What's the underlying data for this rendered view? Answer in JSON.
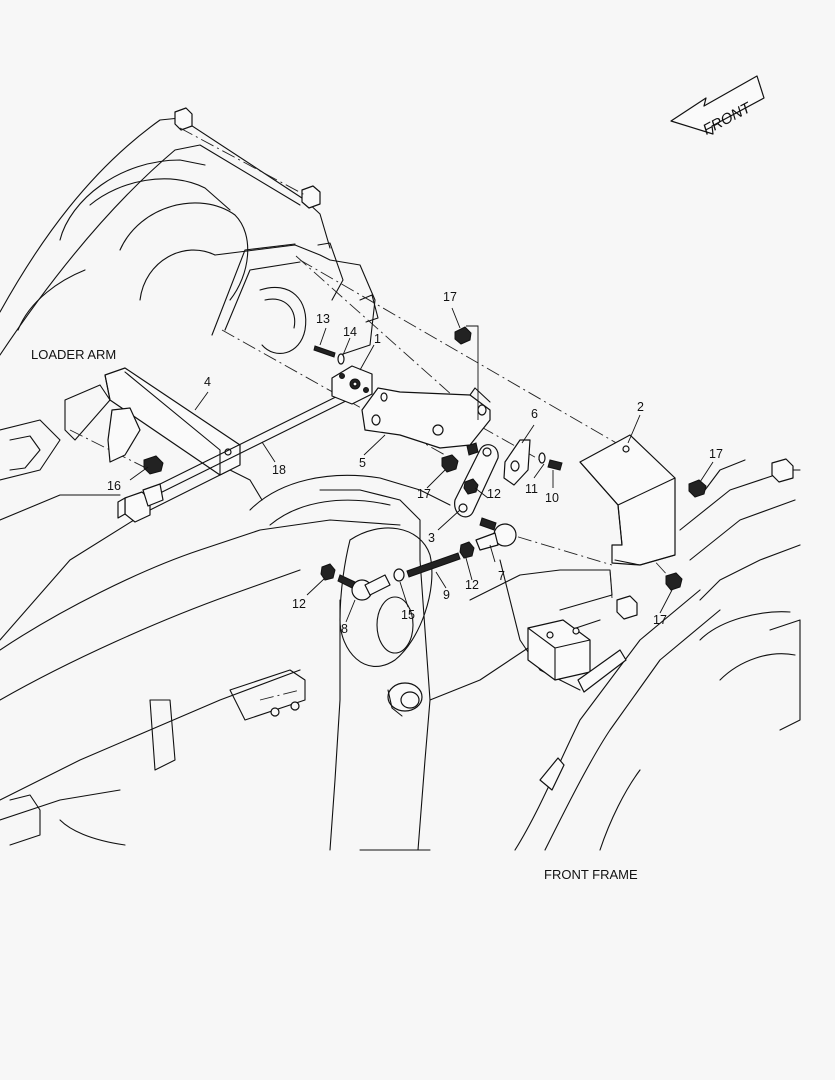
{
  "labels": {
    "loader_arm": "LOADER ARM",
    "front_frame": "FRONT FRAME",
    "front_arrow": "FRONT"
  },
  "callouts": [
    {
      "id": "c1",
      "text": "1"
    },
    {
      "id": "c2",
      "text": "2"
    },
    {
      "id": "c3",
      "text": "3"
    },
    {
      "id": "c4",
      "text": "4"
    },
    {
      "id": "c5",
      "text": "5"
    },
    {
      "id": "c6",
      "text": "6"
    },
    {
      "id": "c7",
      "text": "7"
    },
    {
      "id": "c8",
      "text": "8"
    },
    {
      "id": "c9",
      "text": "9"
    },
    {
      "id": "c10",
      "text": "10"
    },
    {
      "id": "c11",
      "text": "11"
    },
    {
      "id": "c12a",
      "text": "12"
    },
    {
      "id": "c12b",
      "text": "12"
    },
    {
      "id": "c12c",
      "text": "12"
    },
    {
      "id": "c13",
      "text": "13"
    },
    {
      "id": "c14",
      "text": "14"
    },
    {
      "id": "c15",
      "text": "15"
    },
    {
      "id": "c16",
      "text": "16"
    },
    {
      "id": "c17a",
      "text": "17"
    },
    {
      "id": "c17b",
      "text": "17"
    },
    {
      "id": "c17c",
      "text": "17"
    },
    {
      "id": "c17d",
      "text": "17"
    },
    {
      "id": "c18",
      "text": "18"
    }
  ]
}
